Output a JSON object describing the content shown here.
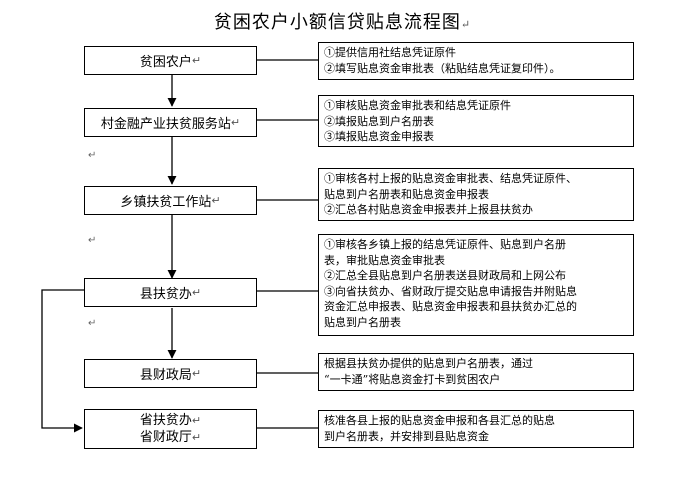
{
  "title": "贫困农户小额信贷贴息流程图",
  "steps": [
    {
      "label": "贫困农户"
    },
    {
      "label": "村金融产业扶贫服务站"
    },
    {
      "label": "乡镇扶贫工作站"
    },
    {
      "label": "县扶贫办"
    },
    {
      "label": "县财政局"
    },
    {
      "label_line1": "省扶贫办",
      "label_line2": "省财政厅"
    }
  ],
  "notes": [
    {
      "lines": [
        "①提供信用社结息凭证原件",
        "②填写贴息资金审批表（粘贴结息凭证复印件）。"
      ]
    },
    {
      "lines": [
        "①审核贴息资金审批表和结息凭证原件",
        "②填报贴息到户名册表",
        "③填报贴息资金申报表"
      ]
    },
    {
      "lines": [
        "①审核各村上报的贴息资金审批表、结息凭证原件、",
        "贴息到户名册表和贴息资金申报表",
        "②汇总各村贴息资金申报表并上报县扶贫办"
      ]
    },
    {
      "lines": [
        "①审核各乡镇上报的结息凭证原件、贴息到户名册",
        "表，审批贴息资金审批表",
        "②汇总全县贴息到户名册表送县财政局和上网公布",
        "③向省扶贫办、省财政厅提交贴息申请报告并附贴息",
        "资金汇总申报表、贴息资金申报表和县扶贫办汇总的",
        "贴息到户名册表"
      ]
    },
    {
      "lines": [
        "根据县扶贫办提供的贴息到户名册表，通过",
        "“一卡通”将贴息资金打卡到贫困农户"
      ]
    },
    {
      "lines": [
        "核准各县上报的贴息资金申报和各县汇总的贴息",
        "到户名册表，并安排到县贴息资金"
      ]
    }
  ],
  "marks": {
    "enter": "↵"
  }
}
